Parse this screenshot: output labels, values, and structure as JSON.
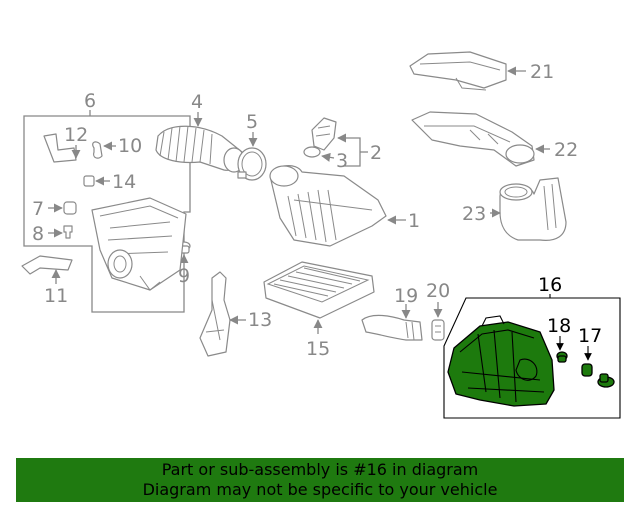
{
  "diagram": {
    "highlight_color": "#1f7a10",
    "callouts": [
      "1",
      "2",
      "3",
      "4",
      "5",
      "6",
      "7",
      "8",
      "9",
      "10",
      "11",
      "12",
      "13",
      "14",
      "15",
      "16",
      "17",
      "18",
      "19",
      "20",
      "21",
      "22",
      "23"
    ],
    "highlighted_part": "16"
  },
  "banner": {
    "line1": "Part or sub-assembly is #16 in diagram",
    "line2": "Diagram may not be specific to your vehicle"
  }
}
